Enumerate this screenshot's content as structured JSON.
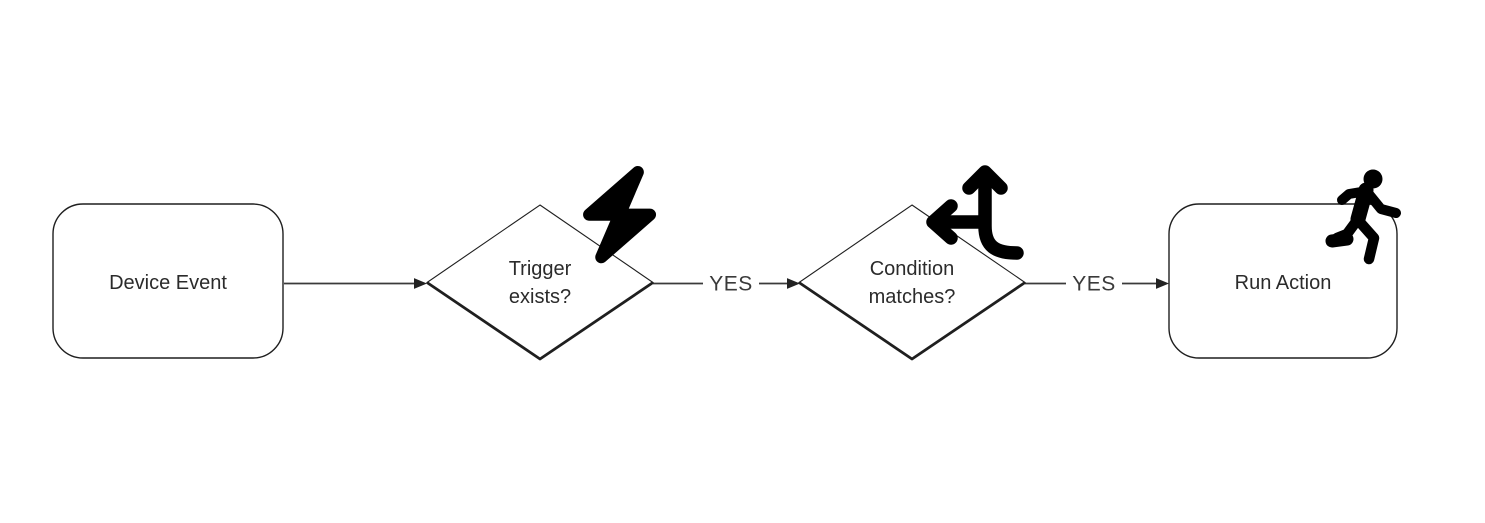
{
  "diagram": {
    "title": "device-automation-flowchart",
    "background_color": "#ffffff",
    "colors": {
      "shape_stroke": "#1f1f1f",
      "edge_stroke": "#3a3a3a",
      "node_text": "#2b2b2b",
      "edge_label_text": "#3a3a3a",
      "icon_fill": "#000000",
      "node_fill": "#ffffff"
    },
    "nodes": {
      "device_event": {
        "shape": "rounded-rectangle",
        "label": "Device Event"
      },
      "trigger_exists": {
        "shape": "decision-diamond",
        "label_line1": "Trigger",
        "label_line2": "exists?",
        "icon": "lightning-bolt-icon"
      },
      "condition_matches": {
        "shape": "decision-diamond",
        "label_line1": "Condition",
        "label_line2": "matches?",
        "icon": "split-arrows-up-left-icon"
      },
      "run_action": {
        "shape": "rounded-rectangle",
        "label": "Run Action",
        "icon": "person-running-icon"
      }
    },
    "edges": [
      {
        "from": "device_event",
        "to": "trigger_exists",
        "label": ""
      },
      {
        "from": "trigger_exists",
        "to": "condition_matches",
        "label": "YES"
      },
      {
        "from": "condition_matches",
        "to": "run_action",
        "label": "YES"
      }
    ]
  }
}
